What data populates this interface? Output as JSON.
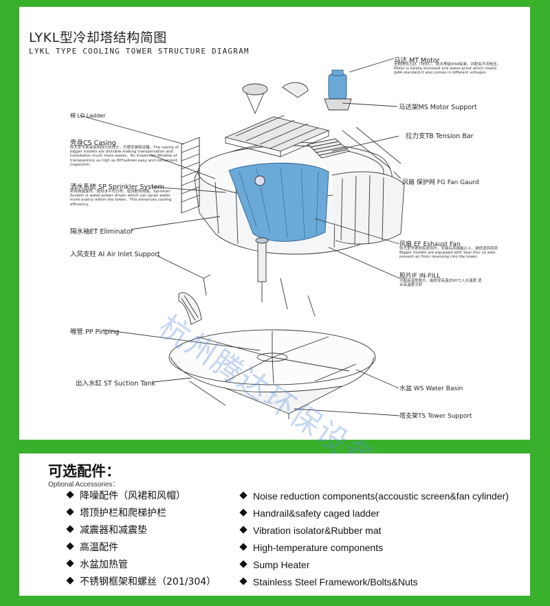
{
  "diagram": {
    "title_cn": "LYKL型冷却塔结构简图",
    "title_en": "LYKL TYPE COOLING TOWER STRUCTURE DIAGRAM",
    "labels": {
      "motor": "马达 MT Motor",
      "motor_note": "全封闭式马达（TEEC）、防水等级IP44标准，并配有不同电压。Motor is totally enclosed and water-proof which meets Ip44 standard,it also comes in different voltages.",
      "motor_support": "马达架MS Motor Support",
      "tension_bar": "拉力支TB Tension Bar",
      "fan_guard": "风扇 保护网 FG Fan Gaurd",
      "ladder": "梯 LD Ladder",
      "casing": "壳身CS  Casing",
      "casing_note": "较大型号更采用两段分段设计，方便安装和运输。The casing of bigger models are divisible making transportation and installation much more easier。An Inspection Window of transparency as high as 80%allows easy and convenient inspection.",
      "sprinkler": "洒水系统 SP  Sprinkler System",
      "sprinkler_note": "利用自旋旋转，使热水平均分布，增加散热效能。Sprinkler System is water-power driven which can spran water more evenly within the tower。This enhances cooling efficiency.",
      "eliminator": "隔水袖ET Eliminator",
      "exhaust_fan": "风扇 EF Eshaust Fan",
      "exhaust_fan_note": "较大型号更附有逆风叶，安装后风扇能止上。减低逆风回流 Bigger models are equipped with Seal Disc so asto prevent air from reversing into the tower",
      "air_inlet": "入风支柱 AI Air Inlet Support",
      "infill": "胶片IF IN-FILL",
      "infill_note": "可配高温型胶片，能抵受高温达90℃入水温度 适合高温度冷却",
      "piping": "喉管 PP Pinping",
      "suction_tank": "出入水缸 ST Suction Tank",
      "water_basin": "水盆 WS Water Basin",
      "tower_support": "塔支架TS Tower Support"
    },
    "watermark": "杭州腾达环保设备有限公司"
  },
  "accessories": {
    "title_cn": "可选配件：",
    "title_en": "Optional Accessories：",
    "items_cn": [
      "降噪配件（风裙和风帽）",
      "塔顶护栏和爬梯护栏",
      "减震器和减震垫",
      "高温配件",
      "水盆加热管",
      "不锈钢框架和螺丝（201/304）"
    ],
    "items_en": [
      "Noise reduction components(accoustic  screen&fan cylinder)",
      "Handrail&safety caged ladder",
      "Vibration isolator&Rubber mat",
      "High-temperature components",
      "Sump Heater",
      "Stainless Steel Framework/Bolts&Nuts"
    ]
  },
  "colors": {
    "background": "#39b02b",
    "panel": "#ffffff",
    "fill_blue": "#6aa9d8",
    "line": "#333333"
  }
}
